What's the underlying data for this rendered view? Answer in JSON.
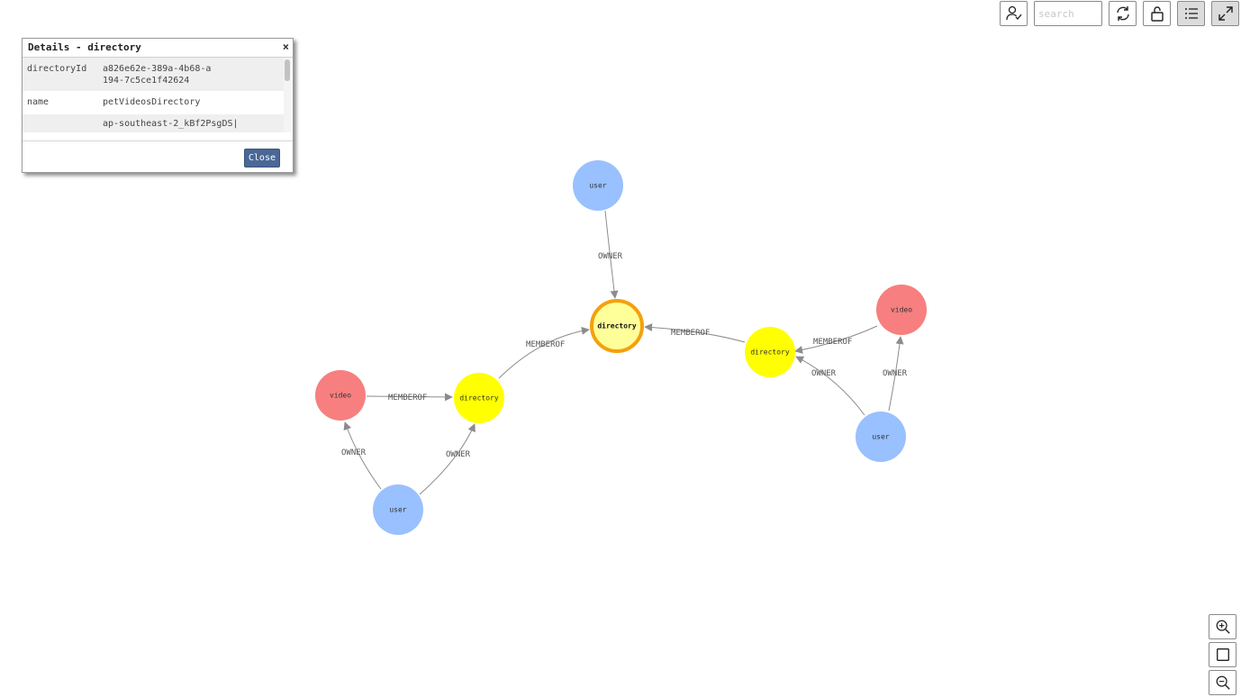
{
  "toolbar": {
    "search_placeholder": "search",
    "buttons": [
      "user-check-icon",
      "refresh-icon",
      "unlock-icon",
      "list-icon",
      "expand-icon"
    ]
  },
  "dialog": {
    "title": "Details - directory",
    "close_symbol": "×",
    "rows": [
      {
        "key": "directoryId",
        "value": "a826e62e-389a-4b68-a194-7c5ce1f42624"
      },
      {
        "key": "name",
        "value": "petVideosDirectory"
      },
      {
        "key": "",
        "value": "ap-southeast-2_kBf2PsgDS|"
      }
    ],
    "close_label": "Close"
  },
  "graph": {
    "colors": {
      "user": "#99c0ff",
      "video": "#f77f7f",
      "directory": "#ffff00",
      "selected_fill": "#ffff99",
      "selected_stroke": "#f5a00c",
      "edge": "#8c8c8c"
    },
    "nodes": [
      {
        "id": "n-user-top",
        "label": "user",
        "type": "user"
      },
      {
        "id": "n-dir-center",
        "label": "directory",
        "type": "directory",
        "selected": true
      },
      {
        "id": "n-dir-right",
        "label": "directory",
        "type": "directory"
      },
      {
        "id": "n-video-right",
        "label": "video",
        "type": "video"
      },
      {
        "id": "n-user-right",
        "label": "user",
        "type": "user"
      },
      {
        "id": "n-video-left",
        "label": "video",
        "type": "video"
      },
      {
        "id": "n-dir-left",
        "label": "directory",
        "type": "directory"
      },
      {
        "id": "n-user-left",
        "label": "user",
        "type": "user"
      }
    ],
    "edges": [
      {
        "id": "e1",
        "from": "n-user-top",
        "to": "n-dir-center",
        "label": "OWNER"
      },
      {
        "id": "e2",
        "from": "n-dir-right",
        "to": "n-dir-center",
        "label": "MEMBEROF"
      },
      {
        "id": "e3",
        "from": "n-dir-left",
        "to": "n-dir-center",
        "label": "MEMBEROF"
      },
      {
        "id": "e4",
        "from": "n-video-right",
        "to": "n-dir-right",
        "label": "MEMBEROF"
      },
      {
        "id": "e5",
        "from": "n-user-right",
        "to": "n-dir-right",
        "label": "OWNER"
      },
      {
        "id": "e6",
        "from": "n-user-right",
        "to": "n-video-right",
        "label": "OWNER"
      },
      {
        "id": "e7",
        "from": "n-video-left",
        "to": "n-dir-left",
        "label": "MEMBEROF"
      },
      {
        "id": "e8",
        "from": "n-user-left",
        "to": "n-video-left",
        "label": "OWNER"
      },
      {
        "id": "e9",
        "from": "n-user-left",
        "to": "n-dir-left",
        "label": "OWNER"
      }
    ]
  },
  "zoom": {
    "buttons": [
      "zoom-in-icon",
      "fit-icon",
      "zoom-out-icon"
    ]
  }
}
